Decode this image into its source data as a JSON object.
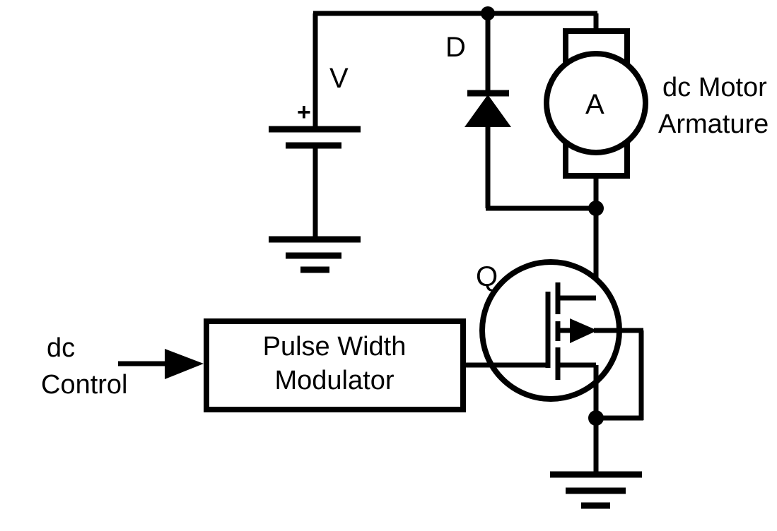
{
  "diagram": {
    "title": "PWM dc motor drive circuit",
    "background_color": "#ffffff",
    "line_color": "#000000"
  },
  "labels": {
    "source_voltage": "V",
    "source_polarity": "+",
    "diode": "D",
    "motor_armature_letter": "A",
    "motor_caption_line1": "dc Motor",
    "motor_caption_line2": "Armature",
    "transistor": "Q",
    "control_line1": "dc",
    "control_line2": "Control",
    "pwm_line1": "Pulse Width",
    "pwm_line2": "Modulator"
  },
  "components": [
    {
      "id": "V",
      "name": "battery-dc-source",
      "label": "V",
      "type": "battery"
    },
    {
      "id": "D",
      "name": "flyback-diode",
      "label": "D",
      "type": "diode"
    },
    {
      "id": "A",
      "name": "dc-motor-armature",
      "label": "A",
      "type": "motor"
    },
    {
      "id": "Q",
      "name": "power-mosfet",
      "label": "Q",
      "type": "n-channel-mosfet"
    },
    {
      "id": "PWM",
      "name": "pulse-width-modulator",
      "label": "Pulse Width Modulator",
      "type": "block"
    },
    {
      "id": "GND1",
      "name": "source-ground",
      "label": "",
      "type": "ground"
    },
    {
      "id": "GND2",
      "name": "mosfet-source-ground",
      "label": "",
      "type": "ground"
    }
  ],
  "icons": {
    "input_arrow": "arrow-right-icon",
    "body_arrow": "mosfet-body-arrow-icon",
    "diode_arrow": "diode-triangle-icon",
    "junction": "junction-dot-icon",
    "ground": "ground-symbol-icon"
  }
}
